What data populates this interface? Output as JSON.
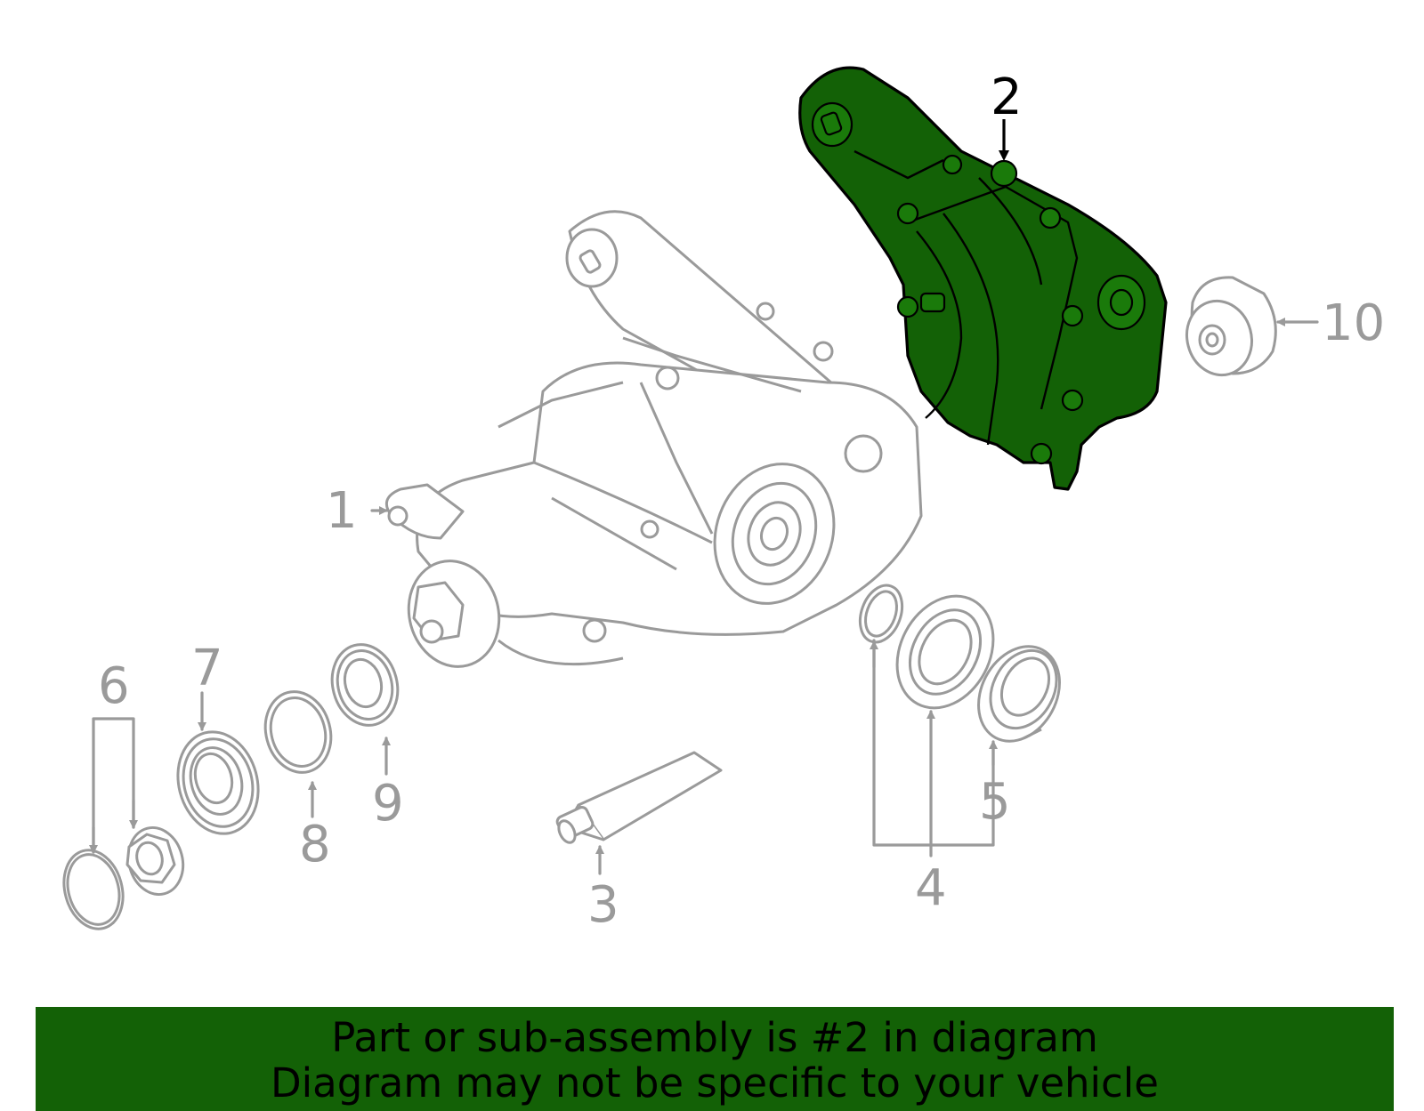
{
  "callouts": {
    "c1": "1",
    "c2": "2",
    "c3": "3",
    "c4": "4",
    "c5": "5",
    "c6": "6",
    "c7": "7",
    "c8": "8",
    "c9": "9",
    "c10": "10"
  },
  "highlighted_part": "2",
  "colors": {
    "highlight": "#136106",
    "outline": "#9a9a9a"
  },
  "banner": {
    "line1": "Part or sub-assembly is #2 in diagram",
    "line2": "Diagram may not be specific to your vehicle"
  }
}
